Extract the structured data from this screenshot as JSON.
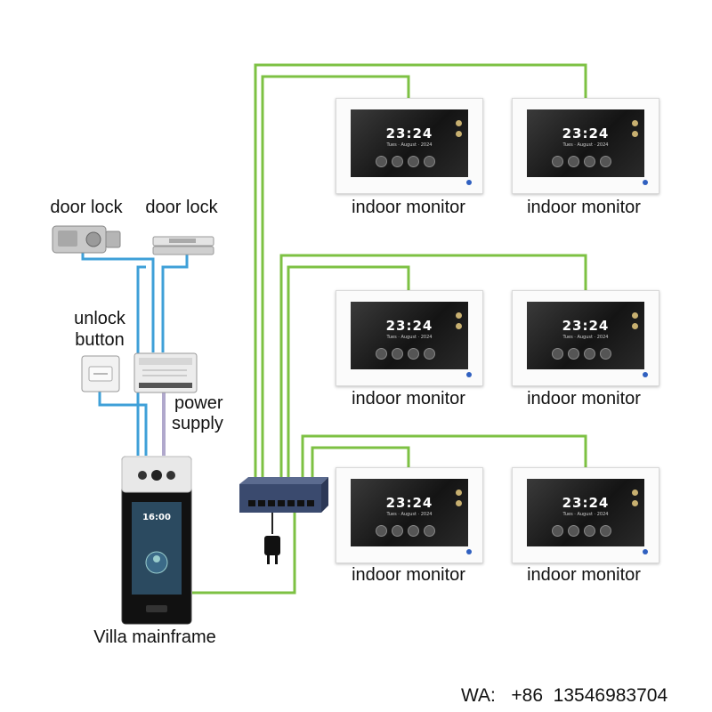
{
  "labels": {
    "door_lock_1": "door lock",
    "door_lock_2": "door lock",
    "unlock_button_line1": "unlock",
    "unlock_button_line2": "button",
    "power_supply_line1": "power",
    "power_supply_line2": "supply",
    "mainframe": "Villa mainframe",
    "contact": "WA:   +86  13546983704"
  },
  "monitors": [
    {
      "label": "indoor monitor",
      "time": "23:24",
      "date": "Tues · August · 2024"
    },
    {
      "label": "indoor monitor",
      "time": "23:24",
      "date": "Tues · August · 2024"
    },
    {
      "label": "indoor monitor",
      "time": "23:24",
      "date": "Tues · August · 2024"
    },
    {
      "label": "indoor monitor",
      "time": "23:24",
      "date": "Tues · August · 2024"
    },
    {
      "label": "indoor monitor",
      "time": "23:24",
      "date": "Tues · August · 2024"
    },
    {
      "label": "indoor monitor",
      "time": "23:24",
      "date": "Tues · August · 2024"
    }
  ],
  "mainframe_screen": {
    "time": "16:00"
  },
  "colors": {
    "network_cable": "#7dc143",
    "lock_cable": "#3fa0d8",
    "power_cable": "#b0a8cc",
    "switch_body": "#3a4a6e"
  },
  "icons": [
    "door-lock-icon",
    "magnetic-lock-icon",
    "unlock-button-icon",
    "controller-icon",
    "poe-switch-icon",
    "power-plug-icon",
    "villa-mainframe-icon"
  ]
}
